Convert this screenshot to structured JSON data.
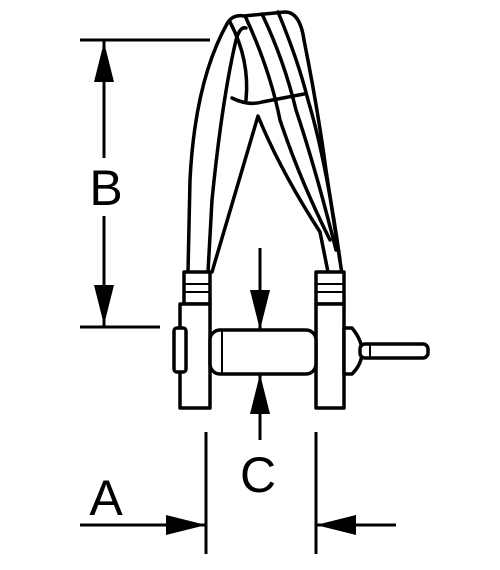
{
  "dimensions": {
    "a": "A",
    "b": "B",
    "c": "C"
  },
  "colors": {
    "line": "#000000",
    "background": "#ffffff"
  }
}
